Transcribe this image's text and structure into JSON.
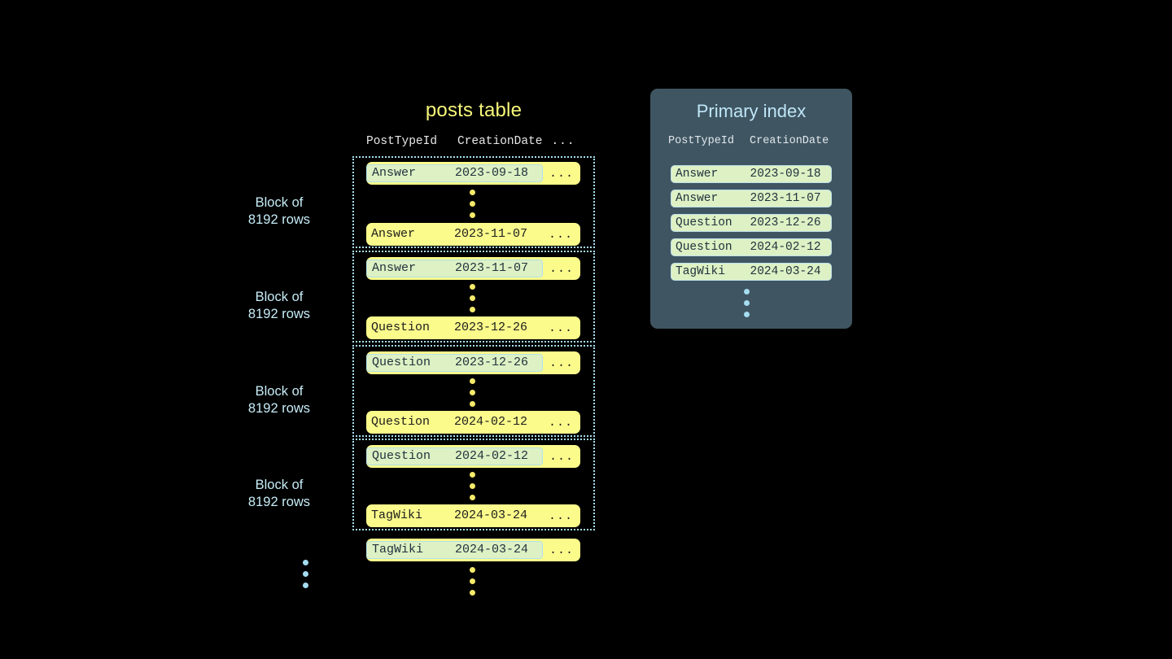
{
  "posts_table": {
    "title": "posts table",
    "headers": {
      "post_type_id": "PostTypeId",
      "creation_date": "CreationDate",
      "more": "..."
    },
    "blocks": [
      {
        "label_line1": "Block of",
        "label_line2": "8192 rows",
        "first_row": {
          "post_type_id": "Answer",
          "creation_date": "2023-09-18",
          "more": "...",
          "highlighted": true
        },
        "last_row": {
          "post_type_id": "Answer",
          "creation_date": "2023-11-07",
          "more": "...",
          "highlighted": false
        }
      },
      {
        "label_line1": "Block of",
        "label_line2": "8192 rows",
        "first_row": {
          "post_type_id": "Answer",
          "creation_date": "2023-11-07",
          "more": "...",
          "highlighted": true
        },
        "last_row": {
          "post_type_id": "Question",
          "creation_date": "2023-12-26",
          "more": "...",
          "highlighted": false
        }
      },
      {
        "label_line1": "Block of",
        "label_line2": "8192 rows",
        "first_row": {
          "post_type_id": "Question",
          "creation_date": "2023-12-26",
          "more": "...",
          "highlighted": true
        },
        "last_row": {
          "post_type_id": "Question",
          "creation_date": "2024-02-12",
          "more": "...",
          "highlighted": false
        }
      },
      {
        "label_line1": "Block of",
        "label_line2": "8192 rows",
        "first_row": {
          "post_type_id": "Question",
          "creation_date": "2024-02-12",
          "more": "...",
          "highlighted": true
        },
        "last_row": {
          "post_type_id": "TagWiki",
          "creation_date": "2024-03-24",
          "more": "...",
          "highlighted": false
        }
      }
    ],
    "trailing_row": {
      "post_type_id": "TagWiki",
      "creation_date": "2024-03-24",
      "more": "...",
      "highlighted": true
    }
  },
  "primary_index": {
    "title": "Primary index",
    "headers": {
      "post_type_id": "PostTypeId",
      "creation_date": "CreationDate"
    },
    "rows": [
      {
        "post_type_id": "Answer",
        "creation_date": "2023-09-18"
      },
      {
        "post_type_id": "Answer",
        "creation_date": "2023-11-07"
      },
      {
        "post_type_id": "Question",
        "creation_date": "2023-12-26"
      },
      {
        "post_type_id": "Question",
        "creation_date": "2024-02-12"
      },
      {
        "post_type_id": "TagWiki",
        "creation_date": "2024-03-24"
      }
    ]
  },
  "colors": {
    "background": "#000000",
    "table_title": "#f7f77a",
    "row_fill": "#fbfb8c",
    "highlight_fill": "#ddf1c5",
    "highlight_border": "#bfe0e8",
    "block_border": "#a8dff0",
    "block_label": "#c6ecf7",
    "panel_background": "#3f5562",
    "panel_title": "#bfe6f7",
    "yellow_dot": "#f5ea6b",
    "blue_dot": "#a5dcf0"
  }
}
